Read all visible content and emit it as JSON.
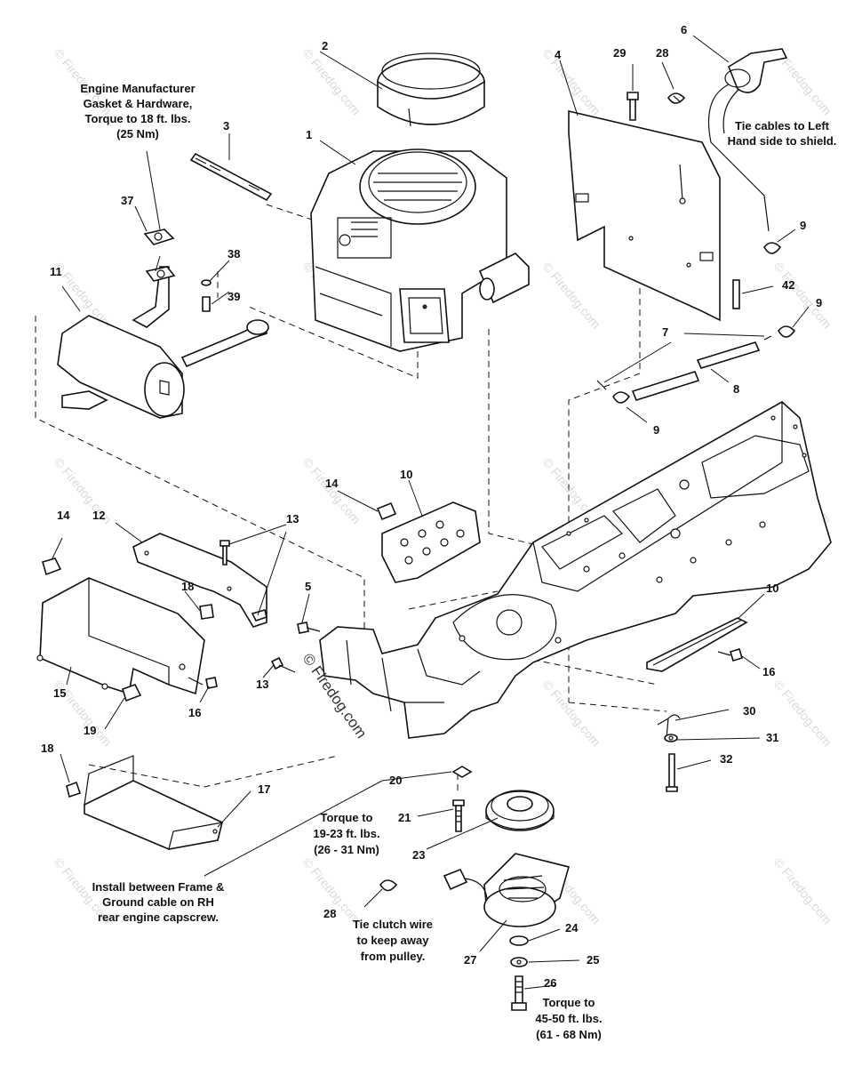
{
  "watermark": {
    "main_text": "© Firedog.com",
    "tile_text": "© Firedog.com"
  },
  "callouts": {
    "c1": "1",
    "c2": "2",
    "c3": "3",
    "c4": "4",
    "c5": "5",
    "c6": "6",
    "c7": "7",
    "c8": "8",
    "c9a": "9",
    "c9b": "9",
    "c9c": "9",
    "c10a": "10",
    "c10b": "10",
    "c11": "11",
    "c12": "12",
    "c13a": "13",
    "c13b": "13",
    "c14a": "14",
    "c14b": "14",
    "c15": "15",
    "c16a": "16",
    "c16b": "16",
    "c17": "17",
    "c18a": "18",
    "c18b": "18",
    "c19": "19",
    "c20": "20",
    "c21": "21",
    "c23": "23",
    "c24": "24",
    "c25": "25",
    "c26": "26",
    "c27": "27",
    "c28a": "28",
    "c28b": "28",
    "c29": "29",
    "c30": "30",
    "c31": "31",
    "c32": "32",
    "c37": "37",
    "c38": "38",
    "c39": "39",
    "c42": "42"
  },
  "notes": {
    "engine_gasket": [
      "Engine Manufacturer",
      "Gasket & Hardware,",
      "Torque to 18 ft. lbs.",
      "(25 Nm)"
    ],
    "tie_cables": [
      "Tie cables to Left",
      "Hand side to shield."
    ],
    "torque_19_23": [
      "Torque to",
      "19-23 ft. lbs.",
      "(26 - 31 Nm)"
    ],
    "install_ground": [
      "Install between Frame &",
      "Ground cable on RH",
      "rear engine capscrew."
    ],
    "tie_clutch": [
      "Tie clutch wire",
      "to keep away",
      "from pulley."
    ],
    "torque_45_50": [
      "Torque to",
      "45-50 ft. lbs.",
      "(61 - 68 Nm)"
    ]
  }
}
